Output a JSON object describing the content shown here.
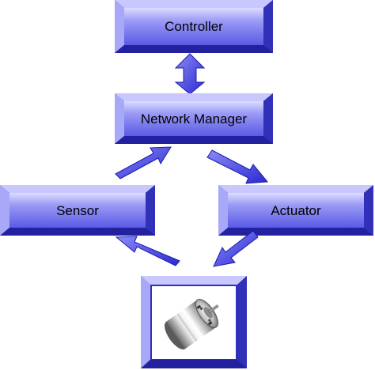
{
  "diagram": {
    "nodes": {
      "controller": {
        "label": "Controller"
      },
      "network_manager": {
        "label": "Network Manager"
      },
      "sensor": {
        "label": "Sensor"
      },
      "actuator": {
        "label": "Actuator"
      },
      "motor": {
        "label": ""
      }
    },
    "edges": [
      {
        "from": "controller",
        "to": "network_manager",
        "direction": "bidirectional"
      },
      {
        "from": "sensor",
        "to": "network_manager",
        "direction": "forward"
      },
      {
        "from": "network_manager",
        "to": "actuator",
        "direction": "forward"
      },
      {
        "from": "actuator",
        "to": "motor",
        "direction": "forward"
      },
      {
        "from": "motor",
        "to": "sensor",
        "direction": "forward"
      }
    ],
    "colors": {
      "box_face": "#7b7bf0",
      "box_bevel_light": "#c8c8ff",
      "box_bevel_dark": "#2a2ab8",
      "arrow_fill": "#4040e0"
    },
    "motor_image_icon": "dc-motor-icon"
  }
}
